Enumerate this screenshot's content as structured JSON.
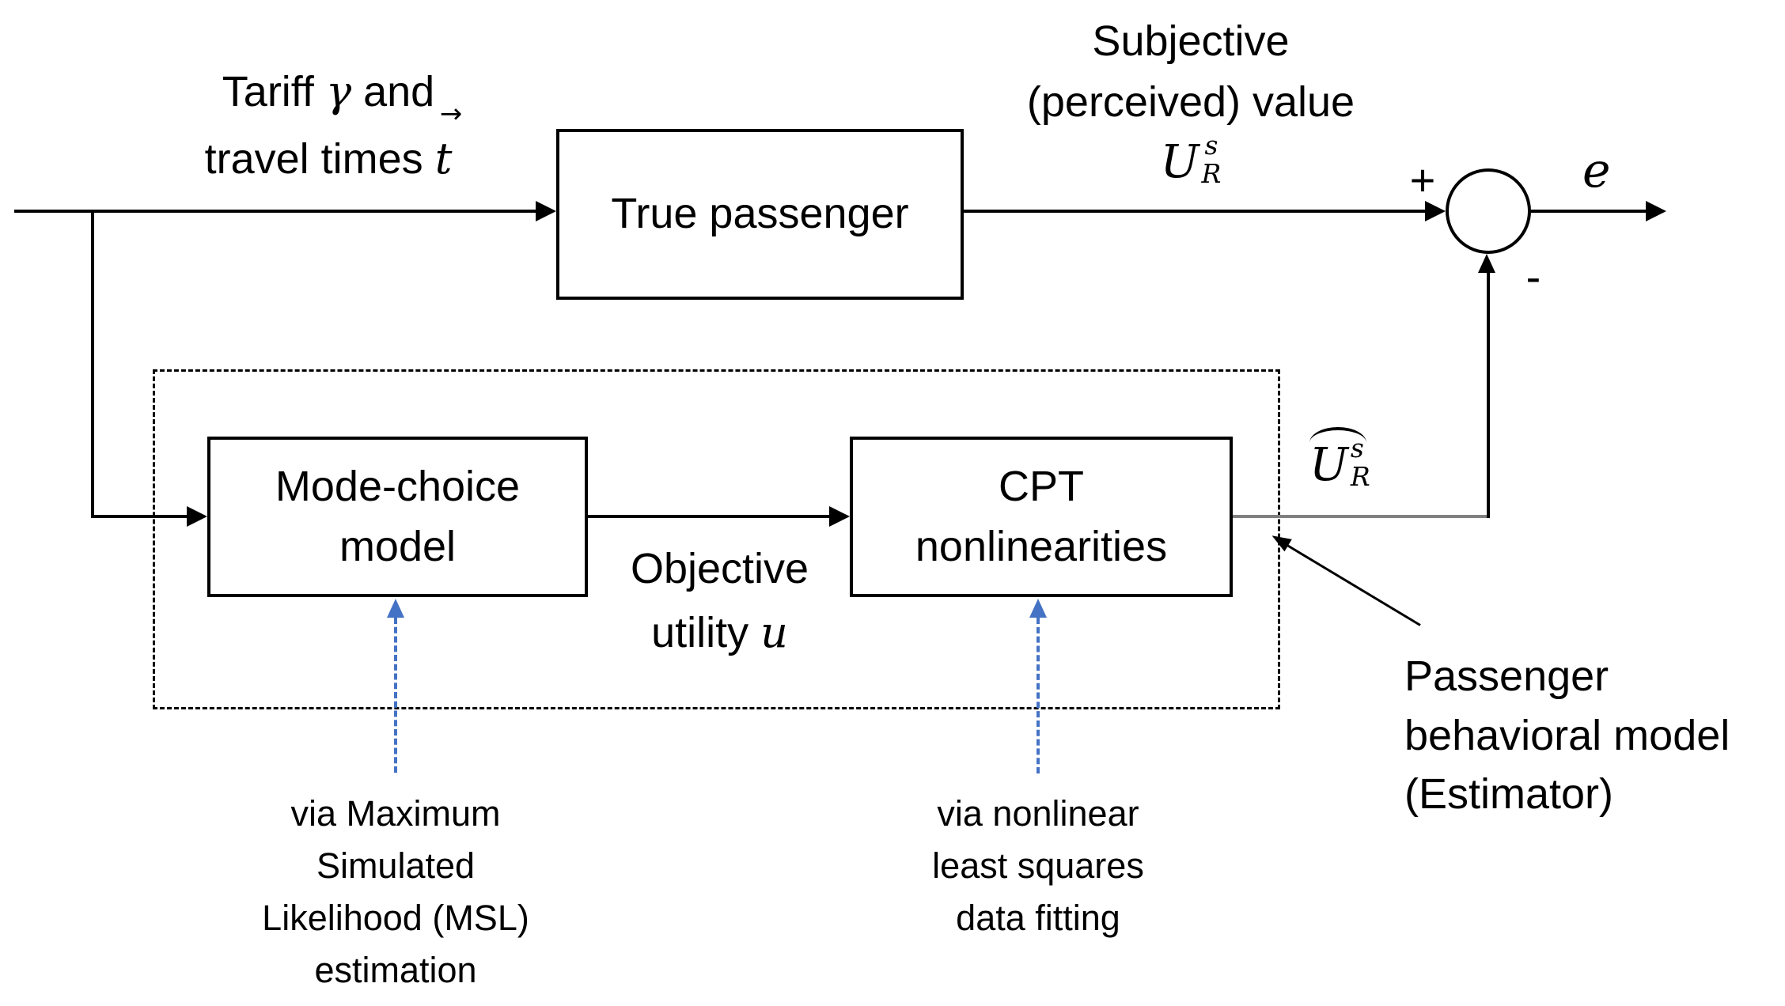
{
  "colors": {
    "line_black": "#000000",
    "accent_blue": "#4472C4",
    "gray_line": "#808080"
  },
  "labels": {
    "input": {
      "line1_text": "Tariff ",
      "line1_math": "γ",
      "line1_suffix": " and",
      "line2_text": "travel times ",
      "line2_math": "t",
      "vector_arrow": "→"
    },
    "subjective": {
      "line1": "Subjective",
      "line2": "(perceived) value"
    },
    "objective": {
      "line1": "Objective",
      "line2_text": "utility ",
      "line2_math": "u"
    },
    "error": "e"
  },
  "math": {
    "u_base": "U",
    "u_sup": "s",
    "u_sub": "R"
  },
  "sum": {
    "plus": "+",
    "minus": "-"
  },
  "blocks": {
    "true_passenger": {
      "label": "True passenger"
    },
    "mode_choice": {
      "line1": "Mode-choice",
      "line2": "model"
    },
    "cpt": {
      "line1": "CPT",
      "line2": "nonlinearities"
    }
  },
  "estimator_caption": {
    "line1": "Passenger",
    "line2": "behavioral model",
    "line3": "(Estimator)"
  },
  "annotations": {
    "msl": [
      "via Maximum",
      "Simulated",
      "Likelihood (MSL)",
      "estimation"
    ],
    "nls": [
      "via nonlinear",
      "least squares",
      "data fitting"
    ]
  }
}
